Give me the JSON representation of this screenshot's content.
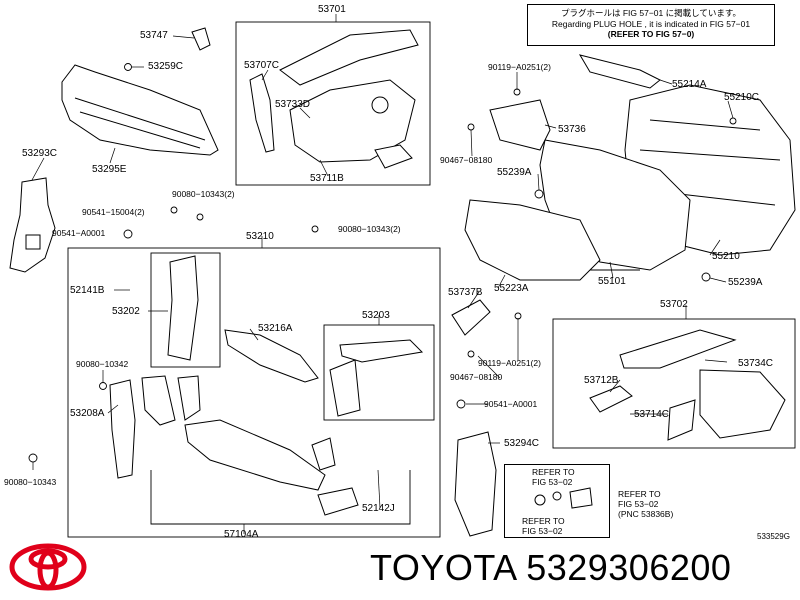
{
  "note": {
    "line1": "プラグホールは FIG 57−01 に掲載しています。",
    "line2": "Regarding PLUG HOLE , it is indicated in FIG 57−01",
    "line3": "(REFER TO FIG 57−0)"
  },
  "labels": {
    "l53701": "53701",
    "l53747": "53747",
    "l53259C": "53259C",
    "l53707C": "53707C",
    "l53733D": "53733D",
    "l53711B": "53711B",
    "l53293C": "53293C",
    "l53295E": "53295E",
    "l90119": "90119−A0251(2)",
    "l55214A": "55214A",
    "l55210C": "55210C",
    "l53736": "53736",
    "l90467a": "90467−08180",
    "l55239Aa": "55239A",
    "l90080a": "90080−10343(2)",
    "l90541a": "90541−15004(2)",
    "l90541b": "90541−A0001",
    "l90080b": "90080−10343(2)",
    "l53210": "53210",
    "l55210": "55210",
    "l55239Ab": "55239A",
    "l52141B": "52141B",
    "l53202": "53202",
    "l53216A": "53216A",
    "l53203": "53203",
    "l55101": "55101",
    "l53737B": "53737B",
    "l55223A": "55223A",
    "l53702": "53702",
    "l90119b": "90119−A0251(2)",
    "l90467b": "90467−08180",
    "l90080c": "90080−10342",
    "l53208A": "53208A",
    "l53734C": "53734C",
    "l53712B": "53712B",
    "l53714C": "53714C",
    "l90541c": "90541−A0001",
    "l53294C": "53294C",
    "l90080d": "90080−10343",
    "l52142J": "52142J",
    "l57104A": "57104A",
    "ref1a": "REFER TO",
    "ref1b": "FIG 53−02",
    "ref2a": "REFER TO",
    "ref2b": "FIG 53−02",
    "ref2c": "(PNC 53836B)",
    "ref3a": "REFER TO",
    "ref3b": "FIG 53−02"
  },
  "footer_code": "533529G",
  "brand_text": "TOYOTA 5329306200",
  "colors": {
    "line": "#000000",
    "logo": "#e0001a"
  }
}
